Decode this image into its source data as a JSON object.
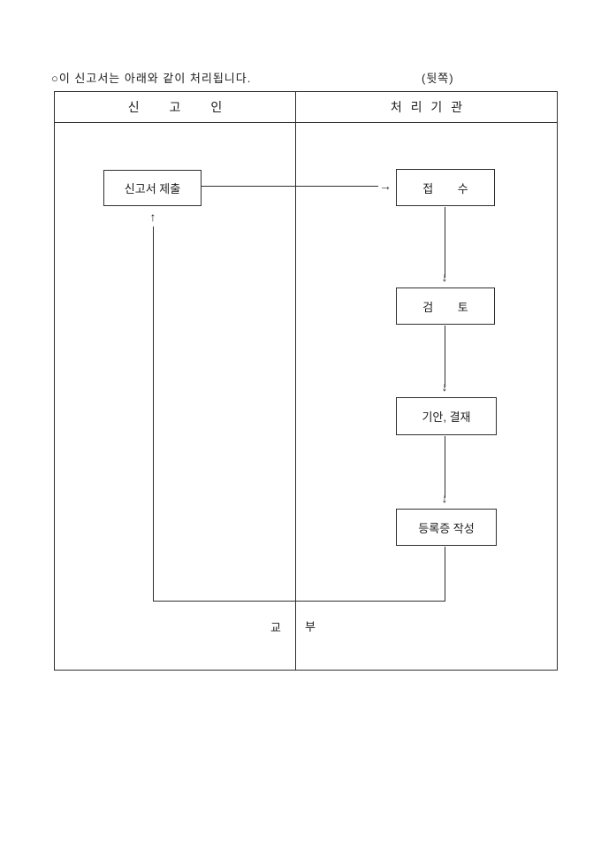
{
  "note": {
    "text": "○이 신고서는 아래와 같이 처리됩니다.",
    "side_label": "(뒷쪽)"
  },
  "table": {
    "columns": [
      {
        "header": "신 고 인"
      },
      {
        "header": "처 리 기 관"
      }
    ]
  },
  "flow": {
    "submit_box": {
      "label": "신고서 제출"
    },
    "steps": [
      {
        "label": "접 수"
      },
      {
        "label": "검 토"
      },
      {
        "label": "기안, 결재"
      },
      {
        "label": "등록증 작성"
      }
    ],
    "issuance": {
      "left_char": "교",
      "right_char": "부"
    }
  },
  "icons": {
    "arrow_right": "→",
    "arrow_down": "↓",
    "arrow_up": "↑"
  },
  "colors": {
    "line": "#2f2f2f",
    "text": "#1c1c1c",
    "background": "#ffffff"
  }
}
